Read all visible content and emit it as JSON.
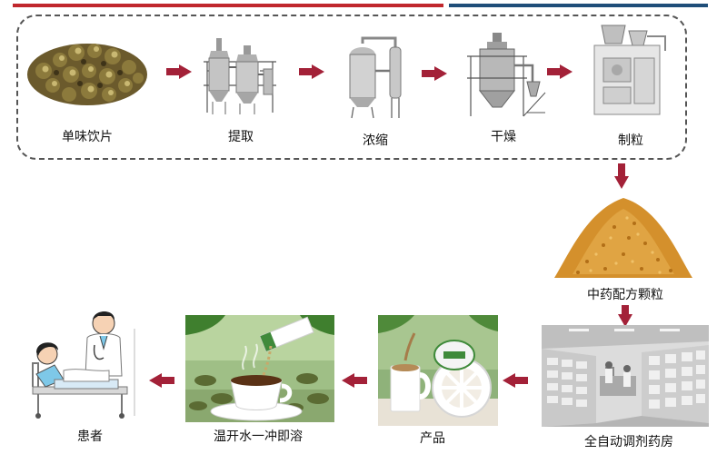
{
  "colors": {
    "top_bar_red": "#c0272d",
    "top_bar_blue": "#1f4e79",
    "arrow": "#a32138",
    "granule": "#d4902c",
    "tea_green": "#3f8a3a"
  },
  "steps": [
    {
      "id": "herb-slices",
      "label": "单味饮片",
      "icon": "herb-slices-icon"
    },
    {
      "id": "extraction",
      "label": "提取",
      "icon": "extraction-tank-icon"
    },
    {
      "id": "concentration",
      "label": "浓缩",
      "icon": "concentrator-icon"
    },
    {
      "id": "drying",
      "label": "干燥",
      "icon": "spray-dryer-icon"
    },
    {
      "id": "granulation",
      "label": "制粒",
      "icon": "granulator-icon"
    },
    {
      "id": "granules",
      "label": "中药配方颗粒",
      "icon": "granule-pile-icon"
    },
    {
      "id": "pharmacy",
      "label": "全自动调剂药房",
      "icon": "automated-pharmacy-icon"
    },
    {
      "id": "product",
      "label": "产品",
      "icon": "product-cup-icon"
    },
    {
      "id": "dissolve",
      "label": "温开水一冲即溶",
      "icon": "dissolving-cup-icon"
    },
    {
      "id": "patient",
      "label": "患者",
      "icon": "patient-doctor-icon"
    }
  ]
}
